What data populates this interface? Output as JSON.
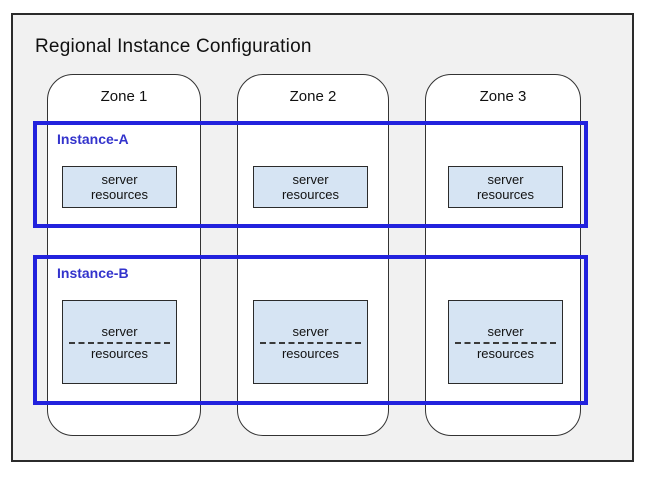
{
  "diagram": {
    "title": "Regional Instance Configuration"
  },
  "zones": [
    {
      "label": "Zone 1"
    },
    {
      "label": "Zone 2"
    },
    {
      "label": "Zone 3"
    }
  ],
  "instances": [
    {
      "label": "Instance-A",
      "resource_box": {
        "line1": "server",
        "line2": "resources"
      }
    },
    {
      "label": "Instance-B",
      "resource_box": {
        "line1": "server",
        "line2": "resources",
        "divider_style": "dashed"
      }
    }
  ],
  "colors": {
    "instance_border": "#2222dd",
    "instance_label": "#3333cc",
    "resource_fill": "#d6e4f3",
    "resource_border": "#2b2b2b",
    "region_fill": "#f1f1f1",
    "region_border": "#2b2b2b",
    "zone_border": "#333333"
  }
}
